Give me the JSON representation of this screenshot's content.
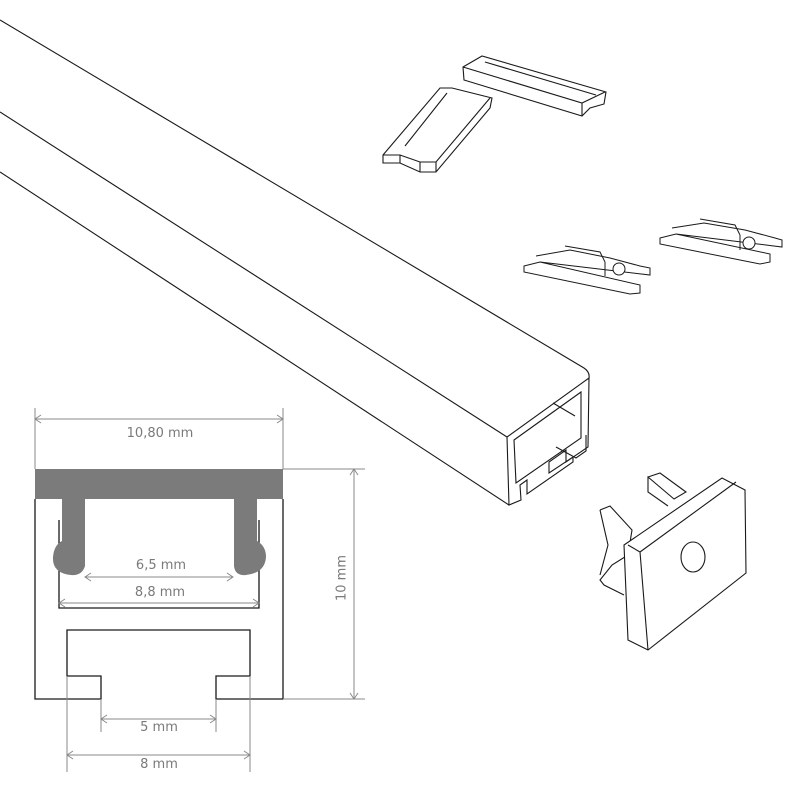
{
  "dimensions": {
    "overall_width": "10,80 mm",
    "height": "10 mm",
    "led_opening": "6,5 mm",
    "inner_width": "8,8 mm",
    "slot_opening": "5 mm",
    "slot_width": "8 mm"
  },
  "colors": {
    "line": "#1a1a1a",
    "dimension": "#8a8a8a",
    "cover": "#7b7b7b"
  }
}
